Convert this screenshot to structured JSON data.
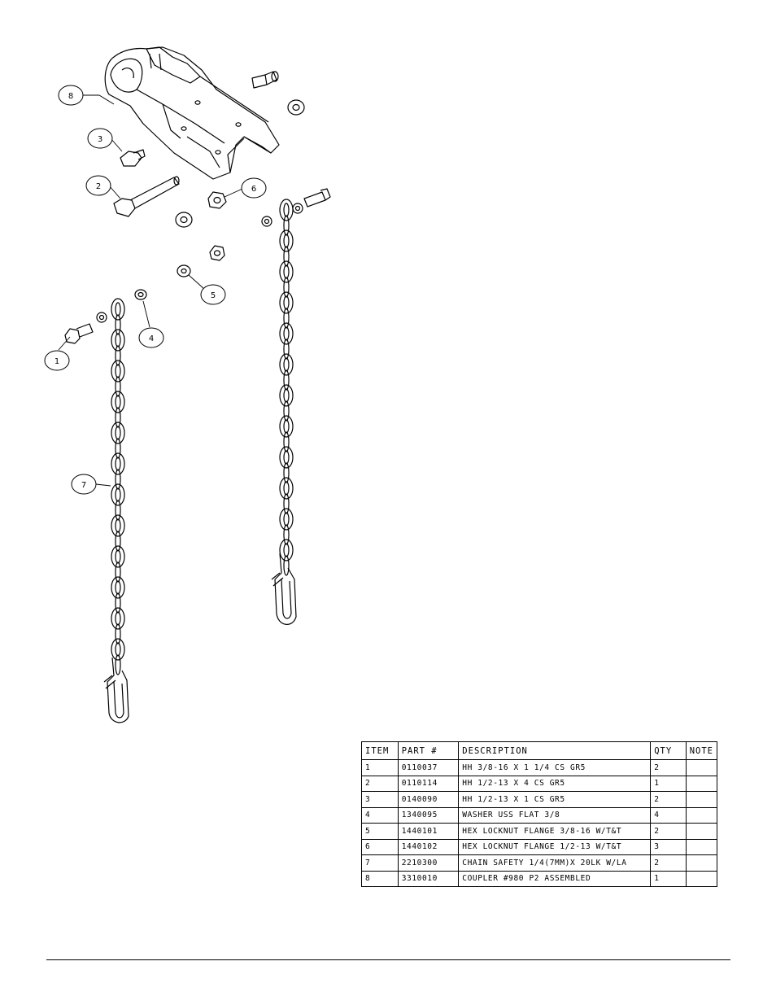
{
  "callouts": [
    "8",
    "3",
    "2",
    "6",
    "5",
    "4",
    "1",
    "7"
  ],
  "table": {
    "headers": [
      "ITEM",
      "PART #",
      "DESCRIPTION",
      "QTY",
      "NOTE"
    ],
    "rows": [
      {
        "item": "1",
        "part": "0110037",
        "description": "HH 3/8-16 X 1 1/4 CS GR5",
        "qty": "2",
        "note": ""
      },
      {
        "item": "2",
        "part": "0110114",
        "description": "HH 1/2-13 X 4 CS GR5",
        "qty": "1",
        "note": ""
      },
      {
        "item": "3",
        "part": "0140090",
        "description": "HH 1/2-13 X 1 CS GR5",
        "qty": "2",
        "note": ""
      },
      {
        "item": "4",
        "part": "1340095",
        "description": "WASHER USS FLAT 3/8",
        "qty": "4",
        "note": ""
      },
      {
        "item": "5",
        "part": "1440101",
        "description": "HEX LOCKNUT FLANGE 3/8-16 W/T&T",
        "qty": "2",
        "note": ""
      },
      {
        "item": "6",
        "part": "1440102",
        "description": "HEX LOCKNUT FLANGE 1/2-13 W/T&T",
        "qty": "3",
        "note": ""
      },
      {
        "item": "7",
        "part": "2210300",
        "description": "CHAIN SAFETY 1/4(7MM)X 20LK W/LA",
        "qty": "2",
        "note": ""
      },
      {
        "item": "8",
        "part": "3310010",
        "description": "COUPLER #980 P2 ASSEMBLED",
        "qty": "1",
        "note": ""
      }
    ]
  }
}
